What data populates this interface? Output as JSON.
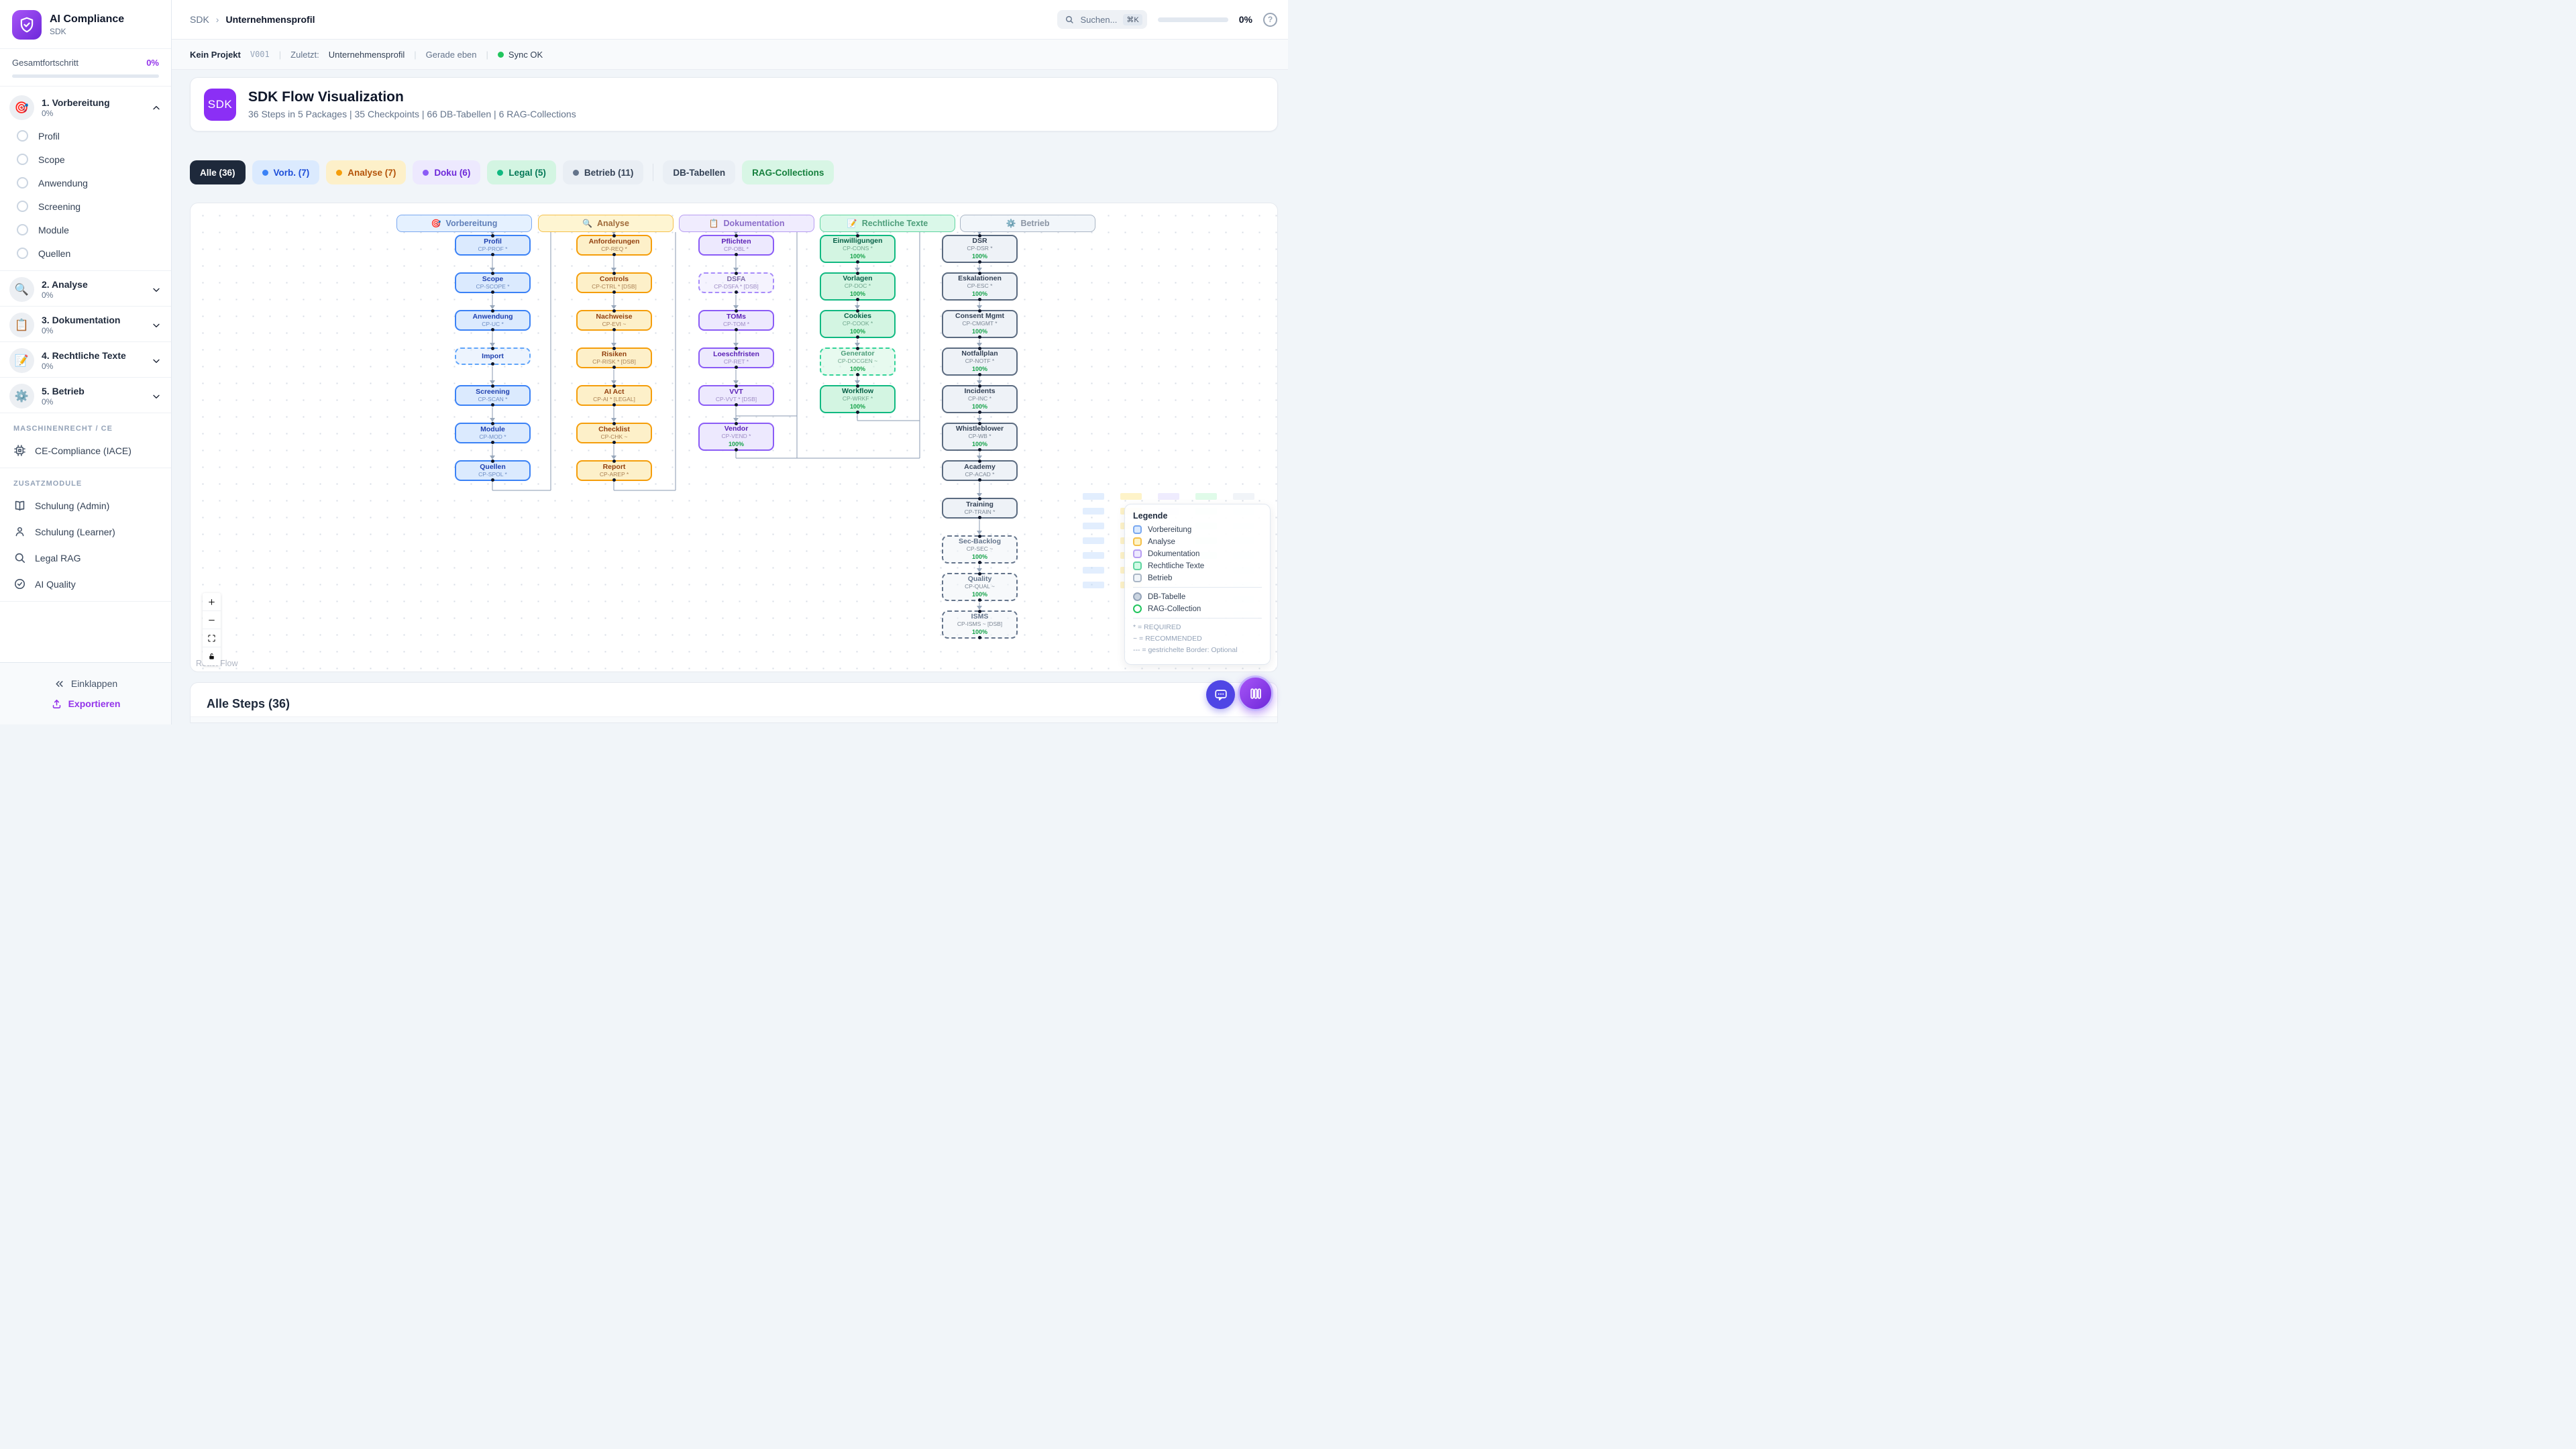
{
  "app": {
    "title": "AI Compliance",
    "subtitle": "SDK"
  },
  "sidebar": {
    "overall_label": "Gesamtfortschritt",
    "overall_value": "0%",
    "packages": [
      {
        "label": "1. Vorbereitung",
        "pct": "0%",
        "icon": "🎯",
        "expanded": true,
        "items": [
          "Profil",
          "Scope",
          "Anwendung",
          "Screening",
          "Module",
          "Quellen"
        ]
      },
      {
        "label": "2. Analyse",
        "pct": "0%",
        "icon": "🔍",
        "expanded": false,
        "items": []
      },
      {
        "label": "3. Dokumentation",
        "pct": "0%",
        "icon": "📋",
        "expanded": false,
        "items": []
      },
      {
        "label": "4. Rechtliche Texte",
        "pct": "0%",
        "icon": "📝",
        "expanded": false,
        "items": []
      },
      {
        "label": "5. Betrieb",
        "pct": "0%",
        "icon": "⚙️",
        "expanded": false,
        "items": []
      }
    ],
    "sections": [
      {
        "label": "MASCHINENRECHT / CE",
        "items": [
          {
            "label": "CE-Compliance (IACE)",
            "icon": "cpu"
          }
        ]
      },
      {
        "label": "ZUSATZMODULE",
        "items": [
          {
            "label": "Schulung (Admin)",
            "icon": "book"
          },
          {
            "label": "Schulung (Learner)",
            "icon": "user"
          },
          {
            "label": "Legal RAG",
            "icon": "search"
          },
          {
            "label": "AI Quality",
            "icon": "check"
          }
        ]
      }
    ],
    "collapse_label": "Einklappen",
    "export_label": "Exportieren"
  },
  "topbar": {
    "breadcrumb_root": "SDK",
    "breadcrumb_sep": "›",
    "breadcrumb_current": "Unternehmensprofil",
    "search_placeholder": "Suchen...",
    "search_kbd": "⌘K",
    "progress_value": "0%",
    "help_glyph": "?"
  },
  "statusbar": {
    "project": "Kein Projekt",
    "version": "V001",
    "last_label": "Zuletzt:",
    "last_value": "Unternehmensprofil",
    "time": "Gerade eben",
    "sync": "Sync OK"
  },
  "header_card": {
    "badge": "SDK",
    "title": "SDK Flow Visualization",
    "subtitle": "36 Steps in 5 Packages | 35 Checkpoints | 66 DB-Tabellen | 6 RAG-Collections"
  },
  "filters": [
    {
      "label": "Alle (36)",
      "style": "dark"
    },
    {
      "label": "Vorb. (7)",
      "style": "blue",
      "dot": "#3b82f6"
    },
    {
      "label": "Analyse (7)",
      "style": "yellow",
      "dot": "#f59e0b"
    },
    {
      "label": "Doku (6)",
      "style": "purple",
      "dot": "#8b5cf6"
    },
    {
      "label": "Legal (5)",
      "style": "green",
      "dot": "#10b981"
    },
    {
      "label": "Betrieb (11)",
      "style": "gray",
      "dot": "#64748b"
    },
    {
      "style": "divider"
    },
    {
      "label": "DB-Tabellen",
      "style": "slate"
    },
    {
      "label": "RAG-Collections",
      "style": "mint"
    }
  ],
  "flow": {
    "columns": [
      {
        "key": "vorbereitung",
        "title": "Vorbereitung",
        "icon": "🎯",
        "color": "blue",
        "nodes": [
          {
            "title": "Profil",
            "code": "CP-PROF *"
          },
          {
            "title": "Scope",
            "code": "CP-SCOPE *"
          },
          {
            "title": "Anwendung",
            "code": "CP-UC *"
          },
          {
            "title": "Import",
            "dashed": true
          },
          {
            "title": "Screening",
            "code": "CP-SCAN *"
          },
          {
            "title": "Module",
            "code": "CP-MOD *"
          },
          {
            "title": "Quellen",
            "code": "CP-SPOL *"
          }
        ]
      },
      {
        "key": "analyse",
        "title": "Analyse",
        "icon": "🔍",
        "color": "yellow",
        "nodes": [
          {
            "title": "Anforderungen",
            "code": "CP-REQ *"
          },
          {
            "title": "Controls",
            "code": "CP-CTRL * [DSB]"
          },
          {
            "title": "Nachweise",
            "code": "CP-EVI ~"
          },
          {
            "title": "Risiken",
            "code": "CP-RISK * [DSB]"
          },
          {
            "title": "AI Act",
            "code": "CP-AI * [LEGAL]"
          },
          {
            "title": "Checklist",
            "code": "CP-CHK ~"
          },
          {
            "title": "Report",
            "code": "CP-AREP *"
          }
        ]
      },
      {
        "key": "dokumentation",
        "title": "Dokumentation",
        "icon": "📋",
        "color": "purple",
        "nodes": [
          {
            "title": "Pflichten",
            "code": "CP-OBL *"
          },
          {
            "title": "DSFA",
            "code": "CP-DSFA * [DSB]",
            "dashed": true
          },
          {
            "title": "TOMs",
            "code": "CP-TOM *"
          },
          {
            "title": "Loeschfristen",
            "code": "CP-RET *"
          },
          {
            "title": "VVT",
            "code": "CP-VVT * [DSB]"
          },
          {
            "title": "Vendor",
            "code": "CP-VEND *",
            "progress": "100%"
          }
        ]
      },
      {
        "key": "rechtliche-texte",
        "title": "Rechtliche Texte",
        "icon": "📝",
        "color": "green",
        "nodes": [
          {
            "title": "Einwilligungen",
            "code": "CP-CONS *",
            "progress": "100%"
          },
          {
            "title": "Vorlagen",
            "code": "CP-DOC *",
            "progress": "100%"
          },
          {
            "title": "Cookies",
            "code": "CP-COOK *",
            "progress": "100%"
          },
          {
            "title": "Generator",
            "code": "CP-DOCGEN ~",
            "progress": "100%",
            "dashed": true
          },
          {
            "title": "Workflow",
            "code": "CP-WRKF *",
            "progress": "100%"
          }
        ]
      },
      {
        "key": "betrieb",
        "title": "Betrieb",
        "icon": "⚙️",
        "color": "slate",
        "nodes": [
          {
            "title": "DSR",
            "code": "CP-DSR *",
            "progress": "100%"
          },
          {
            "title": "Eskalationen",
            "code": "CP-ESC *",
            "progress": "100%"
          },
          {
            "title": "Consent Mgmt",
            "code": "CP-CMGMT *",
            "progress": "100%"
          },
          {
            "title": "Notfallplan",
            "code": "CP-NOTF *",
            "progress": "100%"
          },
          {
            "title": "Incidents",
            "code": "CP-INC *",
            "progress": "100%"
          },
          {
            "title": "Whistleblower",
            "code": "CP-WB *",
            "progress": "100%"
          },
          {
            "title": "Academy",
            "code": "CP-ACAD *"
          },
          {
            "title": "Training",
            "code": "CP-TRAIN *"
          },
          {
            "title": "Sec-Backlog",
            "code": "CP-SEC ~",
            "progress": "100%",
            "dashed": true
          },
          {
            "title": "Quality",
            "code": "CP-QUAL ~",
            "progress": "100%",
            "dashed": true
          },
          {
            "title": "ISMS",
            "code": "CP-ISMS ~ [DSB]",
            "progress": "100%",
            "dashed": true
          }
        ]
      }
    ],
    "controls": [
      "plus",
      "minus",
      "fit",
      "lock"
    ],
    "attribution": "React Flow",
    "legend": {
      "title": "Legende",
      "package_keys": [
        {
          "label": "Vorbereitung",
          "color": "blue"
        },
        {
          "label": "Analyse",
          "color": "yellow"
        },
        {
          "label": "Dokumentation",
          "color": "purple"
        },
        {
          "label": "Rechtliche Texte",
          "color": "green"
        },
        {
          "label": "Betrieb",
          "color": "slate"
        }
      ],
      "shape_keys": [
        {
          "label": "DB-Tabelle",
          "shape": "db"
        },
        {
          "label": "RAG-Collection",
          "shape": "rag"
        }
      ],
      "notes": [
        "* = REQUIRED",
        "~ = RECOMMENDED",
        "--- = gestrichelte Border: Optional"
      ]
    }
  },
  "bottom": {
    "title": "Alle Steps (36)"
  },
  "colors": {
    "accent": "#7c3aed",
    "progress_green": "#22c55e",
    "sync_green": "#22c55e"
  }
}
